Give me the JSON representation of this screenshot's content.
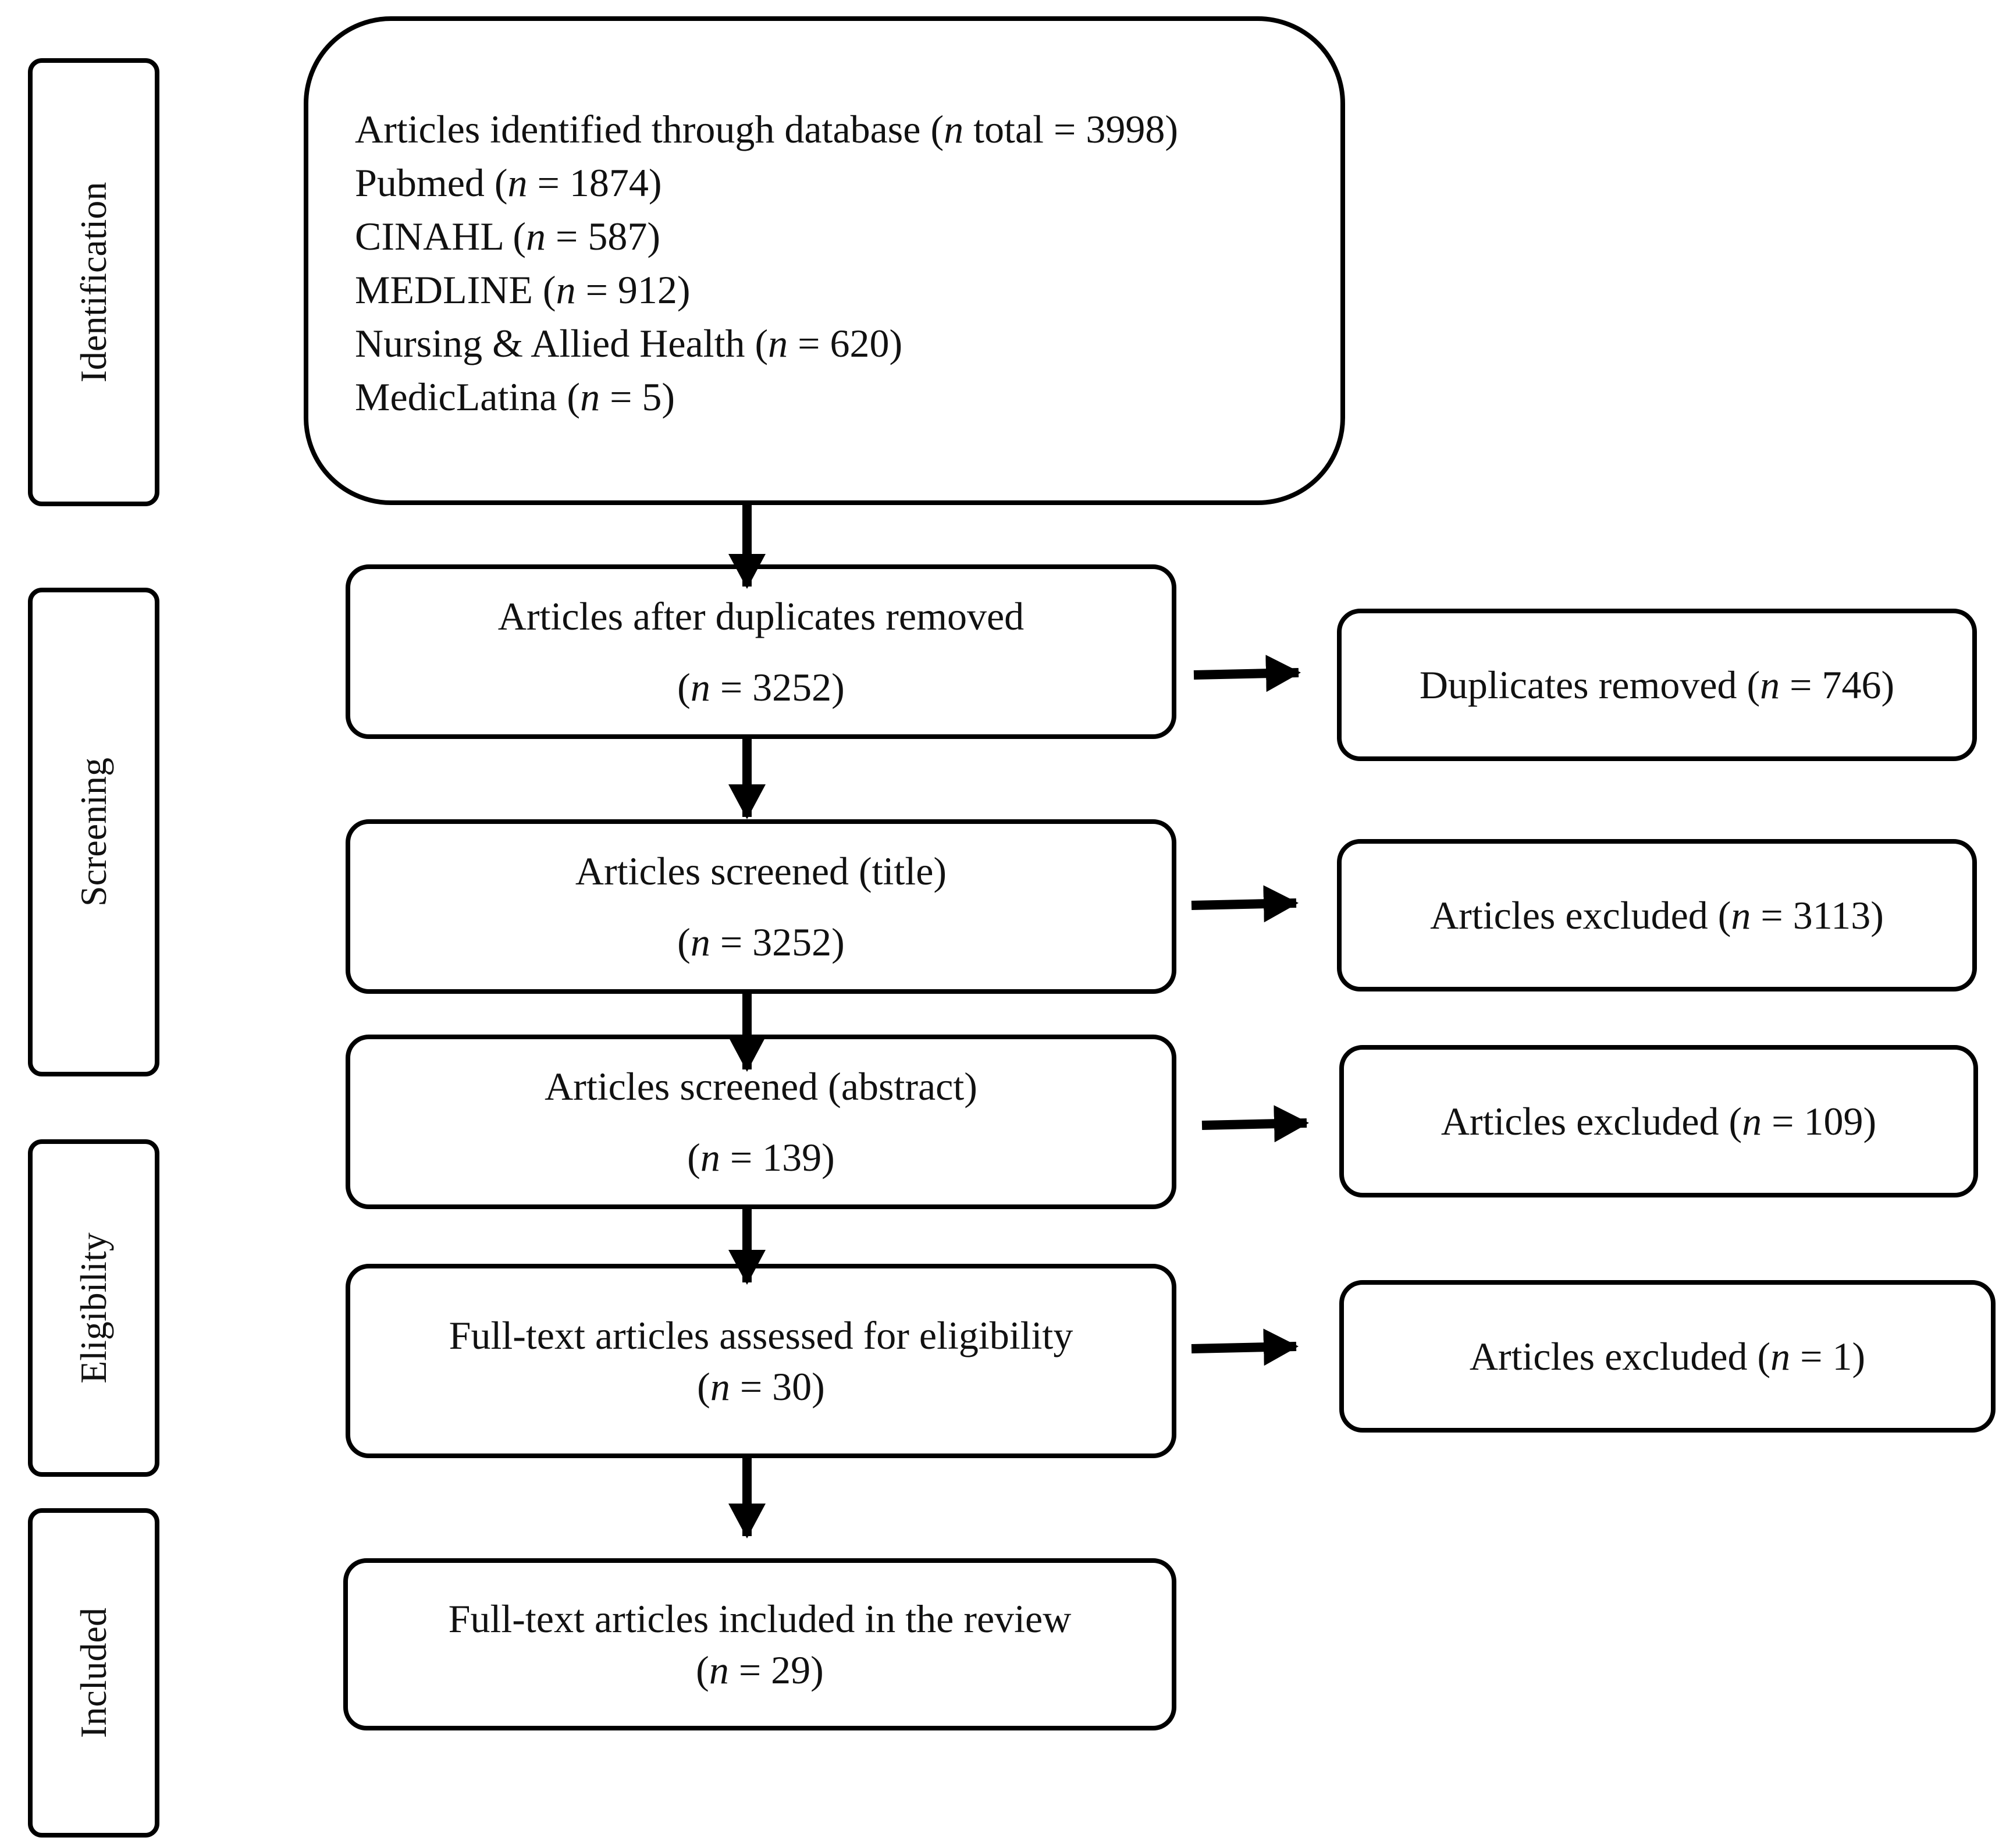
{
  "phases": {
    "identification": "Identification",
    "screening": "Screening",
    "eligibility": "Eligibility",
    "included": "Included"
  },
  "n_symbol": "n",
  "identification_box": {
    "total": {
      "pre": "Articles identified through database (",
      "post": " total = 3998)"
    },
    "sources": [
      {
        "pre": "Pubmed (",
        "post": " = 1874)"
      },
      {
        "pre": "CINAHL (",
        "post": " = 587)"
      },
      {
        "pre": "MEDLINE (",
        "post": " = 912)"
      },
      {
        "pre": "Nursing & Allied Health (",
        "post": " = 620)"
      },
      {
        "pre": "MedicLatina (",
        "post": " = 5)"
      }
    ]
  },
  "main_flow": [
    {
      "label": "Articles after duplicates removed",
      "count": {
        "pre": "(",
        "post": " = 3252)"
      }
    },
    {
      "label": "Articles screened (title)",
      "count": {
        "pre": "(",
        "post": " = 3252)"
      }
    },
    {
      "label": "Articles screened (abstract)",
      "count": {
        "pre": "(",
        "post": " = 139)"
      }
    },
    {
      "label": "Full-text articles assessed for eligibility",
      "count": {
        "pre": "(",
        "post": " = 30)"
      }
    },
    {
      "label": "Full-text articles included in the review",
      "count": {
        "pre": "(",
        "post": " = 29)"
      }
    }
  ],
  "side_boxes": [
    {
      "pre": "Duplicates removed (",
      "post": " = 746)"
    },
    {
      "pre": "Articles excluded (",
      "post": " = 3113)"
    },
    {
      "pre": "Articles excluded (",
      "post": " = 109)"
    },
    {
      "pre": "Articles excluded (",
      "post": " = 1)"
    }
  ]
}
